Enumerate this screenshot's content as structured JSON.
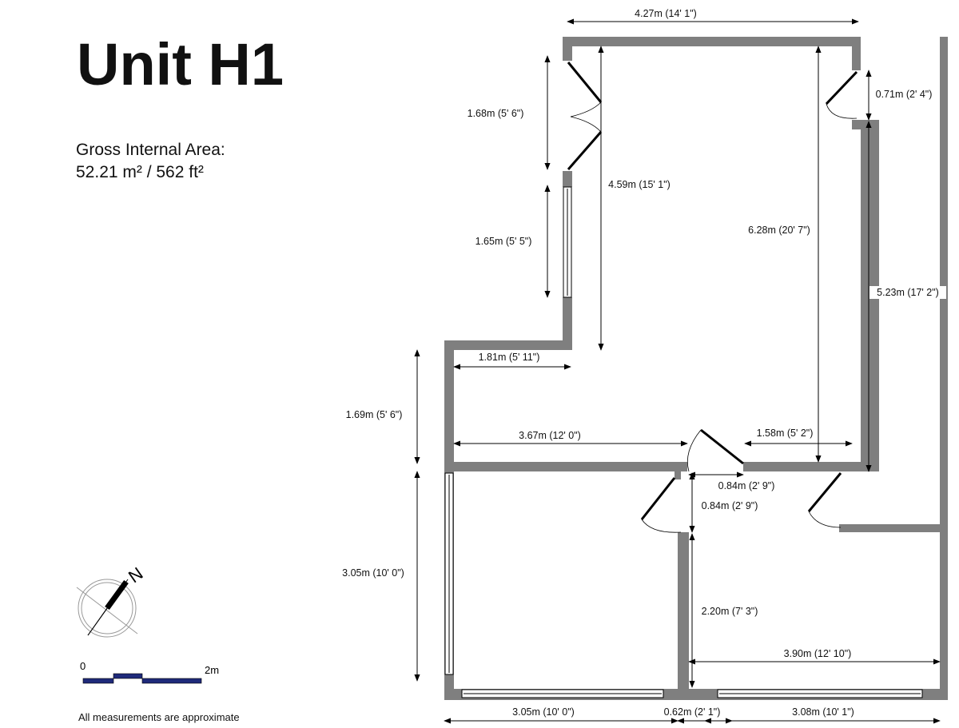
{
  "plan": {
    "title": "Unit H1",
    "gross_internal_area_label": "Gross Internal Area:",
    "gross_internal_area_value": "52.21 m² / 562 ft²",
    "footer_note": "All measurements are approximate",
    "compass_label": "N",
    "scale_start": "0",
    "scale_end": "2m",
    "colors": {
      "wall": "#7f7f7f",
      "line": "#000000",
      "scale": "#1f2a7a"
    }
  },
  "dimensions": {
    "top_width": "4.27m (14' 1\")",
    "left_door": "1.68m (5' 6\")",
    "left_window": "1.65m (5' 5\")",
    "upper_height": "4.59m (15' 1\")",
    "mid_height": "6.28m (20' 7\")",
    "right_door": "0.71m (2' 4\")",
    "right_height": "5.23m (17' 2\")",
    "step_width": "1.81m (5' 11\")",
    "step_height": "1.69m (5' 6\")",
    "partition_left": "3.67m (12' 0\")",
    "partition_right": "1.58m (5' 2\")",
    "door_width": "0.84m (2' 9\")",
    "door_height": "0.84m (2' 9\")",
    "lower_left_height": "3.05m (10' 0\")",
    "lower_mid_height": "2.20m (7' 3\")",
    "lower_right_width": "3.90m (12' 10\")",
    "bottom_left": "3.05m (10' 0\")",
    "bottom_mid": "0.62m (2' 1\")",
    "bottom_right": "3.08m (10' 1\")"
  }
}
